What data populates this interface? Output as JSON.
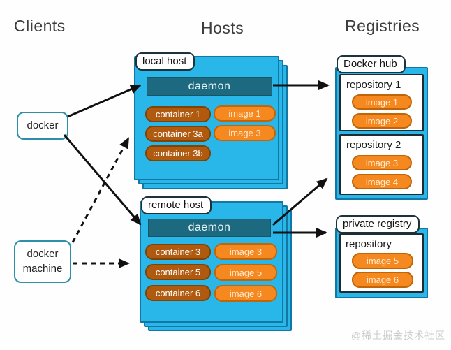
{
  "titles": {
    "clients": "Clients",
    "hosts": "Hosts",
    "registries": "Registries"
  },
  "clients": {
    "docker": {
      "label": "docker"
    },
    "docker_machine": {
      "line1": "docker",
      "line2": "machine"
    }
  },
  "local_host": {
    "label": "local host",
    "daemon": "daemon",
    "containers": [
      "container 1",
      "container 3a",
      "container 3b"
    ],
    "images": [
      "image 1",
      "image 3"
    ]
  },
  "remote_host": {
    "label": "remote host",
    "daemon": "daemon",
    "containers": [
      "container 3",
      "container 5",
      "container 6"
    ],
    "images": [
      "image 3",
      "image 5",
      "image 6"
    ]
  },
  "docker_hub": {
    "label": "Docker hub",
    "repositories": [
      {
        "name": "repository 1",
        "images": [
          "image 1",
          "image 2"
        ]
      },
      {
        "name": "repository 2",
        "images": [
          "image 3",
          "image 4"
        ]
      }
    ]
  },
  "private_registry": {
    "label": "private registry",
    "repositories": [
      {
        "name": "repository",
        "images": [
          "image 5",
          "image 6"
        ]
      }
    ]
  },
  "watermark": {
    "text": "@稀土掘金技术社区"
  },
  "colors": {
    "host_fill": "#29b6e8",
    "host_border": "#1277a3",
    "daemon_fill": "#1d6a80",
    "container_fill": "#b05a10",
    "image_fill": "#f5881f",
    "arrow": "#111111"
  }
}
